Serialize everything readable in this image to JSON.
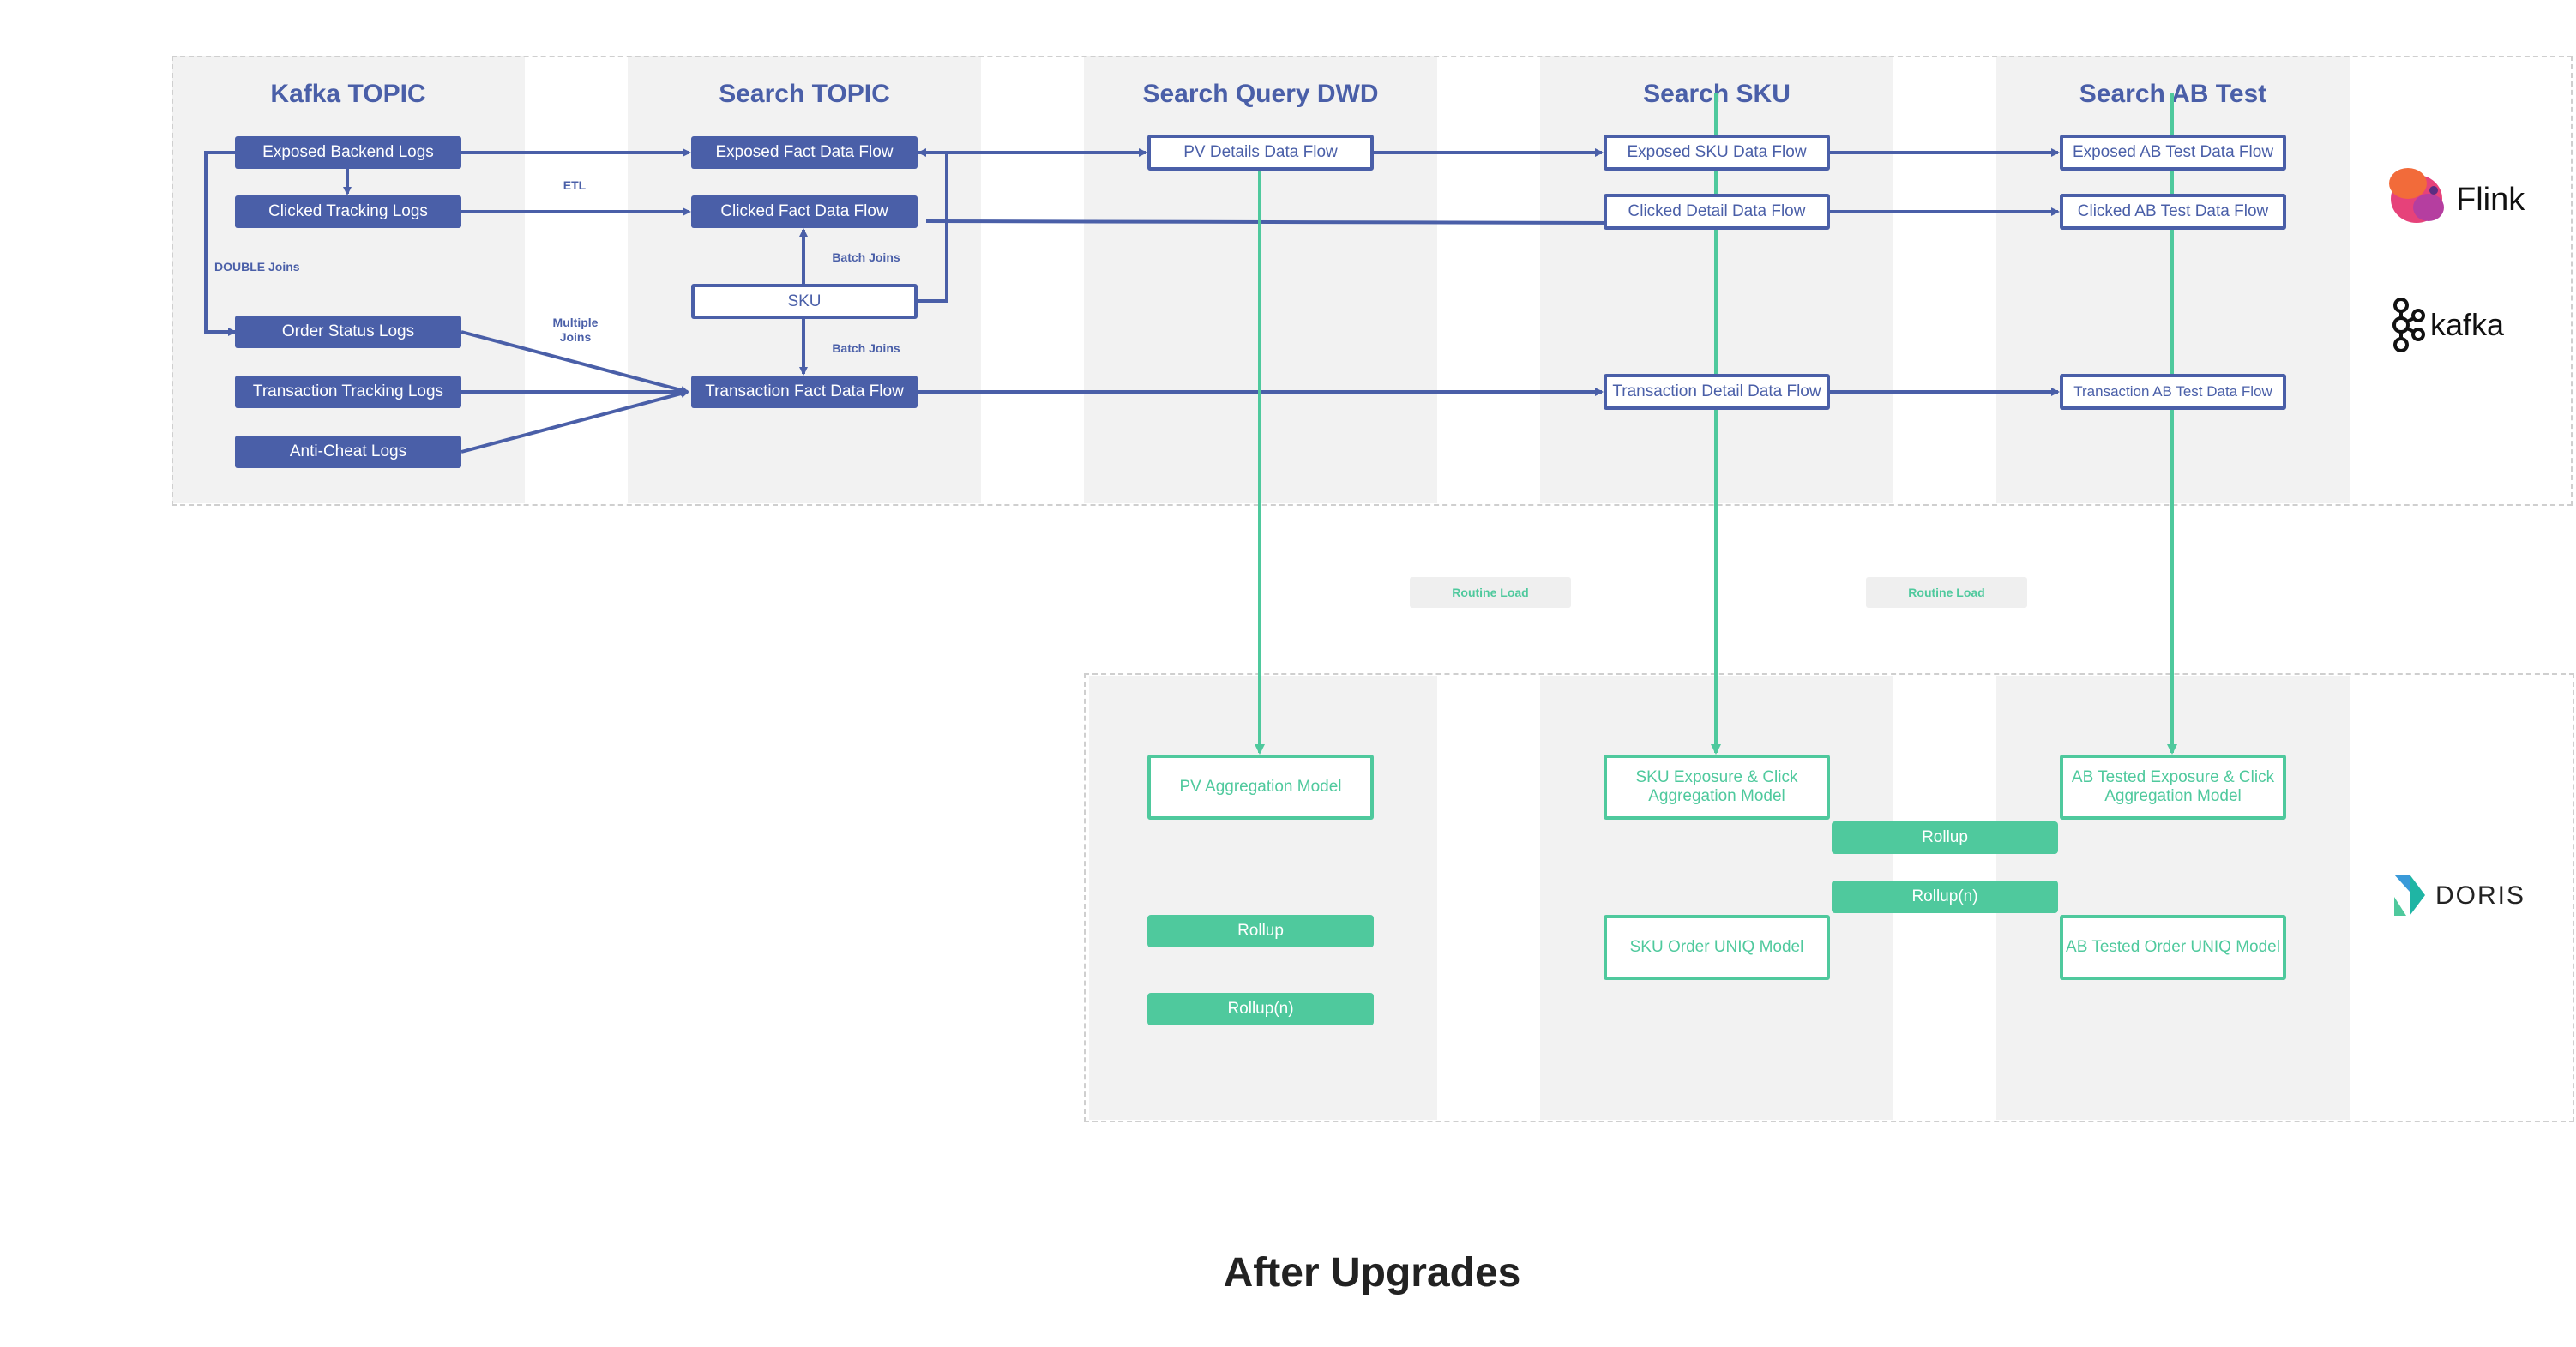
{
  "columns": {
    "kafka_topic": "Kafka TOPIC",
    "search_topic": "Search TOPIC",
    "search_query_dwd": "Search Query DWD",
    "search_sku": "Search SKU",
    "search_ab_test": "Search AB Test"
  },
  "kafka_logs": {
    "exposed_backend": "Exposed Backend Logs",
    "clicked_tracking": "Clicked Tracking Logs",
    "order_status": "Order Status Logs",
    "transaction_tracking": "Transaction Tracking Logs",
    "anti_cheat": "Anti-Cheat Logs"
  },
  "search_topic_nodes": {
    "exposed_fact": "Exposed Fact Data Flow",
    "clicked_fact": "Clicked Fact Data Flow",
    "sku": "SKU",
    "transaction_fact": "Transaction Fact Data Flow"
  },
  "dwd_nodes": {
    "pv_details": "PV Details Data Flow"
  },
  "sku_nodes": {
    "exposed_sku": "Exposed SKU Data Flow",
    "clicked_detail": "Clicked Detail Data Flow",
    "transaction_detail": "Transaction Detail Data Flow"
  },
  "ab_nodes": {
    "exposed_ab": "Exposed AB Test Data Flow",
    "clicked_ab": "Clicked AB Test Data Flow",
    "transaction_ab": "Transaction AB Test Data Flow"
  },
  "edge_labels": {
    "etl": "ETL",
    "double_joins": "DOUBLE Joins",
    "multiple_joins": "Multiple Joins",
    "batch_joins_1": "Batch Joins",
    "batch_joins_2": "Batch Joins"
  },
  "routine_load": {
    "left": "Routine Load",
    "right": "Routine Load"
  },
  "doris_models": {
    "pv_aggregation": "PV Aggregation Model",
    "pv_rollup": "Rollup",
    "pv_rollup_n": "Rollup(n)",
    "sku_exposure_click": "SKU Exposure & Click Aggregation Model",
    "sku_order_uniq": "SKU Order UNIQ Model",
    "rollup_mid": "Rollup",
    "rollup_n_mid": "Rollup(n)",
    "ab_exposure_click": "AB Tested Exposure & Click Aggregation Model",
    "ab_order_uniq": "AB Tested Order UNIQ Model"
  },
  "logos": {
    "flink": "Flink",
    "kafka": "kafka",
    "doris": "DORIS"
  },
  "footer": {
    "title": "After Upgrades"
  },
  "colors": {
    "blue": "#4a5fa8",
    "green": "#4fc99d",
    "column_bg": "#f2f2f2"
  }
}
